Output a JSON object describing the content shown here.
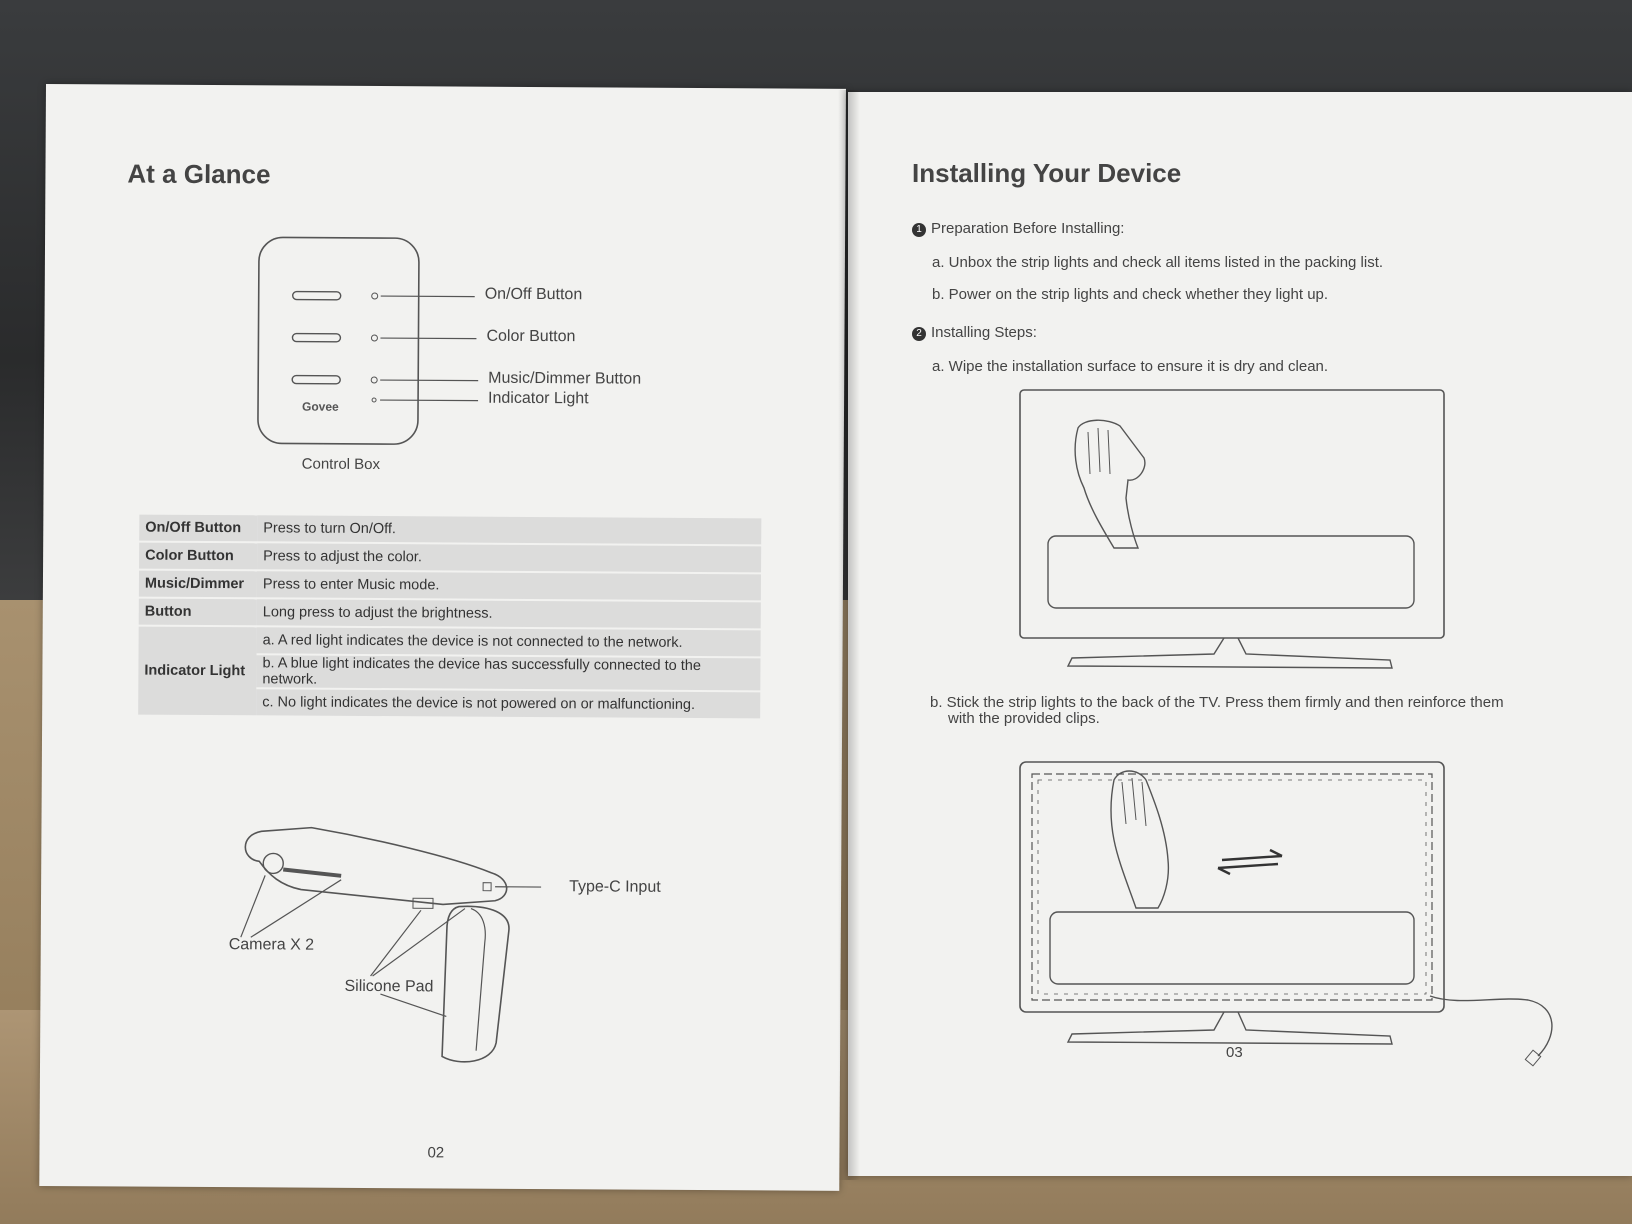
{
  "left_page": {
    "title": "At a Glance",
    "control_box": {
      "brand": "Govee",
      "caption": "Control Box",
      "callouts": [
        "On/Off Button",
        "Color Button",
        "Music/Dimmer Button",
        "Indicator Light"
      ]
    },
    "table": [
      {
        "key": "On/Off Button",
        "values": [
          "Press to turn On/Off."
        ]
      },
      {
        "key": "Color Button",
        "values": [
          "Press to adjust the color."
        ]
      },
      {
        "key": "Music/Dimmer",
        "key2": "Button",
        "values": [
          "Press to enter Music mode.",
          "Long press to adjust the brightness."
        ]
      },
      {
        "key": "Indicator Light",
        "values": [
          "a. A red light indicates the device is not connected to the network.",
          "b. A blue light indicates the device has successfully connected to the network.",
          "c. No light indicates the device is not powered on or malfunctioning."
        ]
      }
    ],
    "camera_callouts": {
      "type_c": "Type-C Input",
      "camera": "Camera X 2",
      "pad": "Silicone Pad"
    },
    "page_number": "02"
  },
  "right_page": {
    "title": "Installing Your Device",
    "section1": {
      "marker": "1",
      "heading": "Preparation Before Installing:",
      "items": [
        "a. Unbox the strip lights and check all items listed in the packing list.",
        "b. Power on the strip lights and check whether they light up."
      ]
    },
    "section2": {
      "marker": "2",
      "heading": "Installing Steps:",
      "step_a": "a. Wipe the installation surface to ensure it is dry and clean.",
      "step_b_line1": "b. Stick the strip lights to the back of the TV. Press them firmly and then reinforce them",
      "step_b_line2": "with the provided clips."
    },
    "page_number": "03"
  }
}
